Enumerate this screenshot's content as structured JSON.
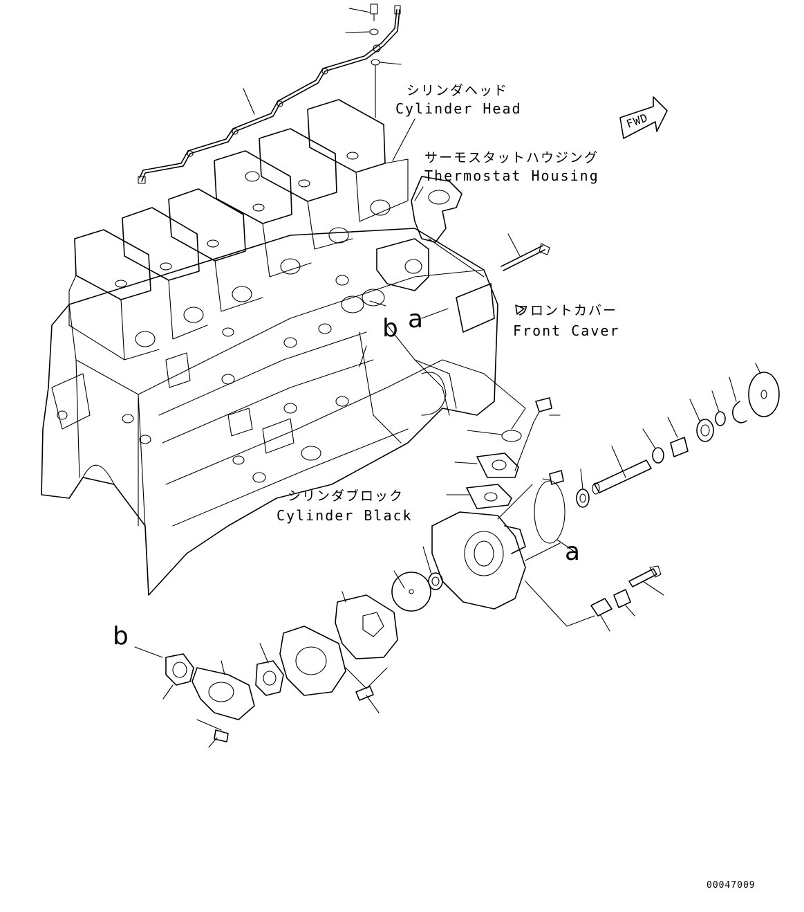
{
  "labels": {
    "cylinder_head_jp": "シリンダヘッド",
    "cylinder_head_en": "Cylinder Head",
    "thermostat_housing_jp": "サーモスタットハウジング",
    "thermostat_housing_en": "Thermostat Housing",
    "front_cover_jp": "フロントカバー",
    "front_cover_en": "Front Caver",
    "cylinder_block_jp": "シリンダブロック",
    "cylinder_block_en": "Cylinder Black"
  },
  "refs": {
    "a_upper": "a",
    "b_upper": "b",
    "a_pump": "a",
    "b_outlet": "b"
  },
  "fwd": "FWD",
  "drawing_number": "00047009"
}
